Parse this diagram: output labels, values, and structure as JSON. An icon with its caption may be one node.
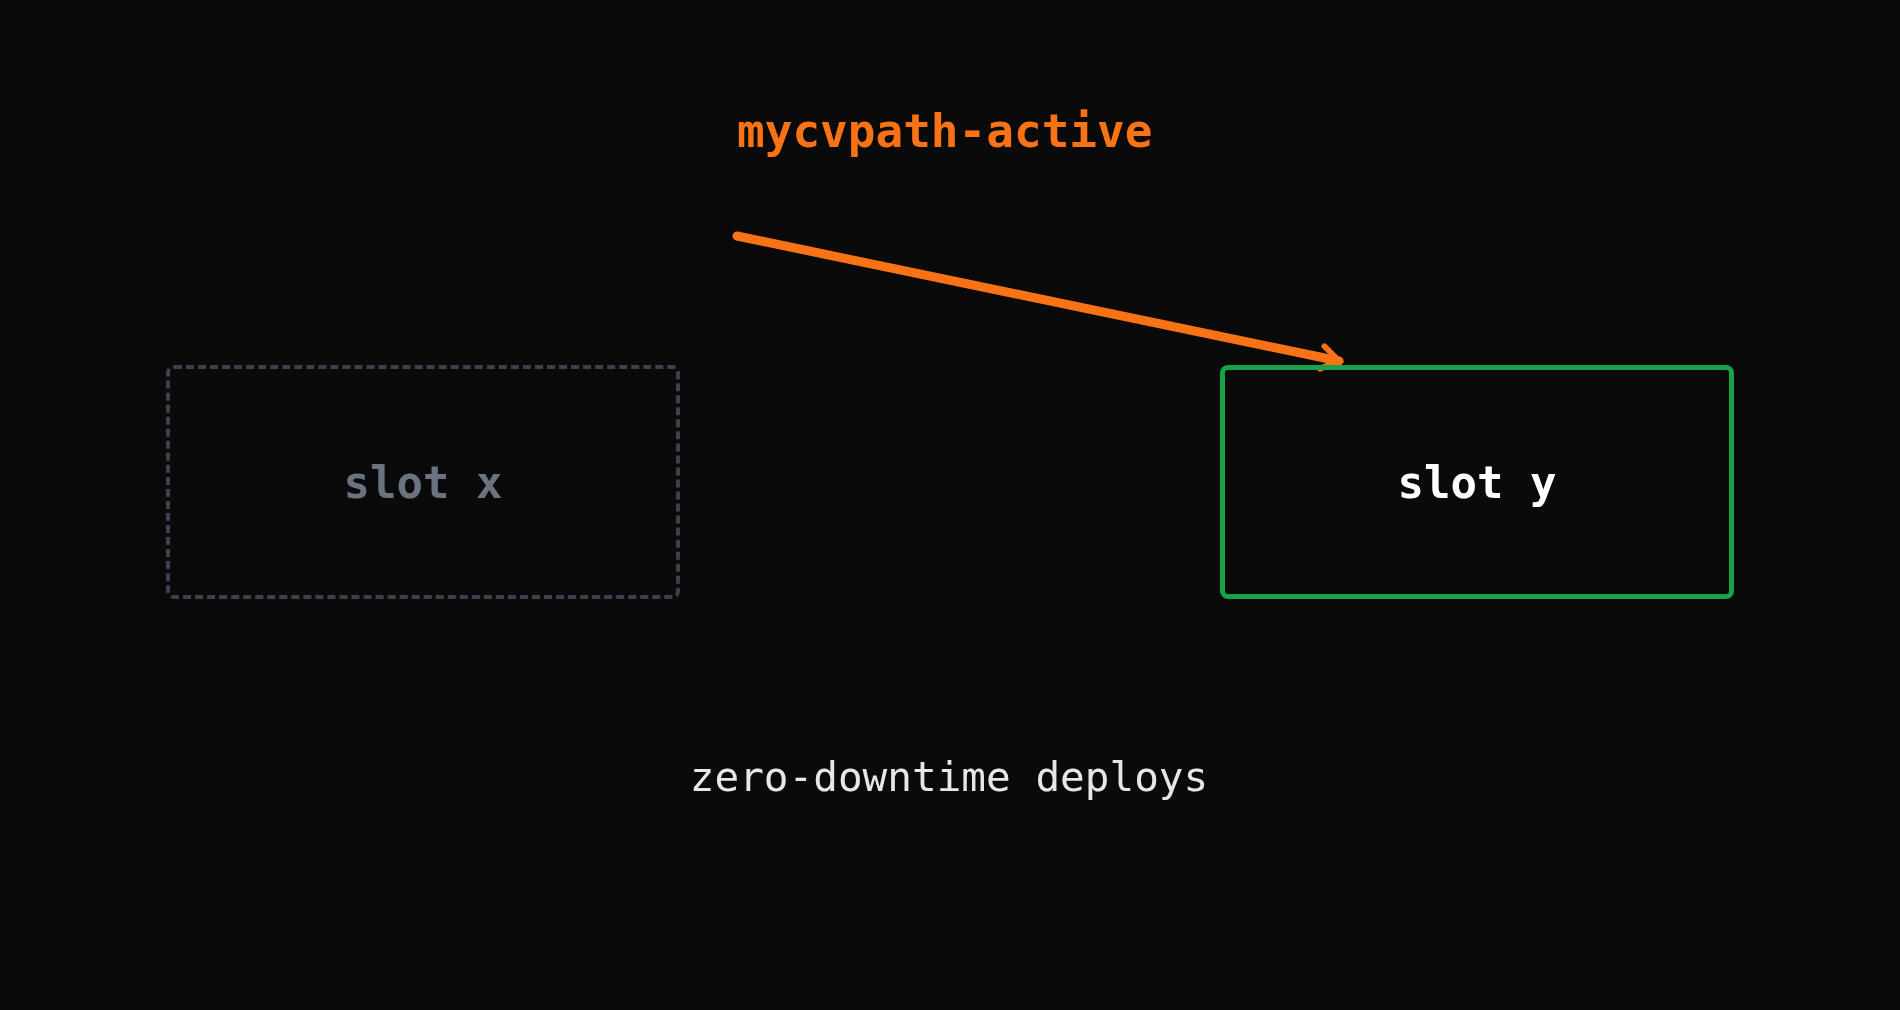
{
  "diagram": {
    "caption": "zero-downtime deploys",
    "nodes": [
      {
        "text": [
          "slot x"
        ]
      },
      {
        "text": [
          "slot y"
        ]
      }
    ],
    "edges": [
      {
        "from": null,
        "to": 1,
        "arrow": "to",
        "label": "mycvpath-active"
      }
    ]
  }
}
